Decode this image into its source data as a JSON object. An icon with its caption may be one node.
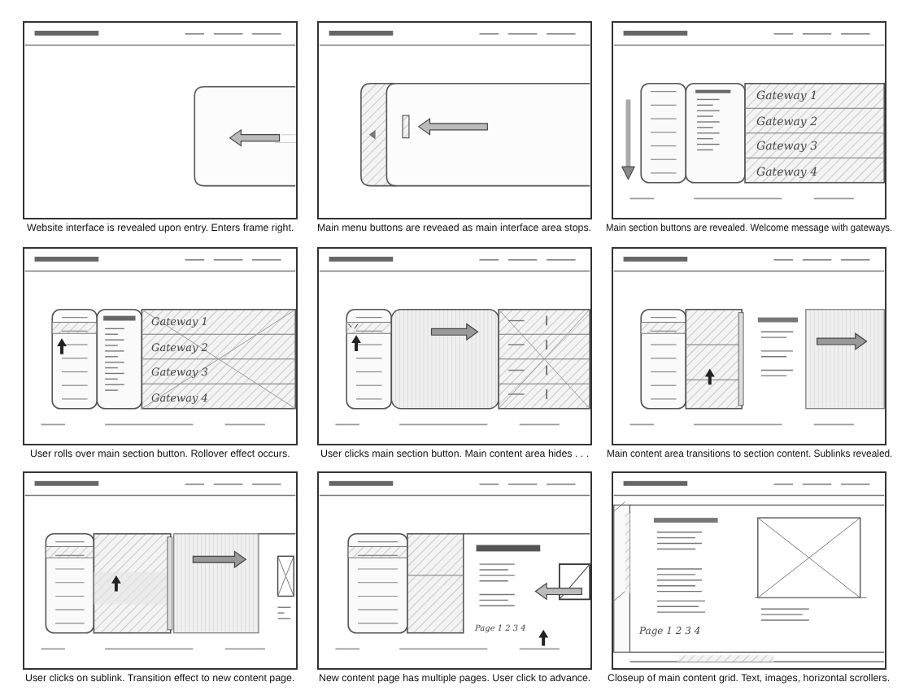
{
  "diagram": {
    "nodes": [
      {
        "text": [
          "Website interface is revealed upon entry. Enters frame right."
        ]
      },
      {
        "text": [
          "Main menu buttons are reveaed as main interface area stops."
        ]
      },
      {
        "text": [
          "Main section buttons are revealed. Welcome message with gateways."
        ]
      },
      {
        "text": [
          "User rolls over main section button. Rollover effect occurs."
        ]
      },
      {
        "text": [
          "User clicks main section button. Main content area hides . . ."
        ]
      },
      {
        "text": [
          "Main content area transitions to section content. Sublinks revealed."
        ]
      },
      {
        "text": [
          "User clicks on sublink. Transition effect to new content page."
        ]
      },
      {
        "text": [
          "New content page has multiple pages. User click to advance."
        ]
      },
      {
        "text": [
          "Closeup of main content grid. Text, images, horizontal scrollers."
        ]
      }
    ],
    "labels": [
      "Gateway 1",
      "Gateway 2",
      "Gateway 3",
      "Gateway 4",
      "Gateway 1",
      "Gateway 2",
      "Gateway 3",
      "Gateway 4",
      "Page 1 2 3 4",
      "Page 1 2 3 4"
    ]
  }
}
